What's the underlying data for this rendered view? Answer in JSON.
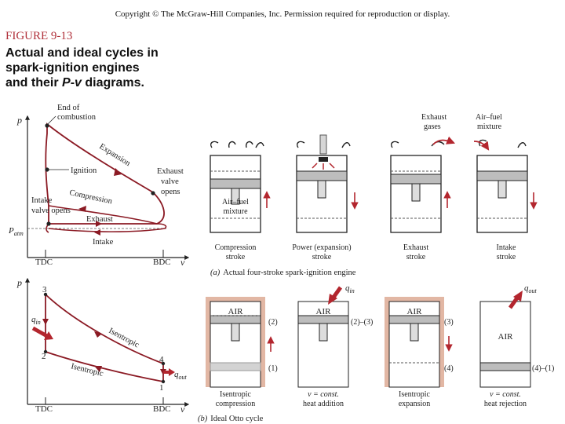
{
  "header": {
    "copyright": "Copyright © The McGraw-Hill Companies, Inc. Permission required for reproduction or display."
  },
  "figure": {
    "number": "FIGURE 9-13",
    "caption_line1": "Actual and ideal cycles in",
    "caption_line2": "spark-ignition engines",
    "caption_line3_prefix": "and their ",
    "caption_line3_p": "P",
    "caption_line3_dash": "-",
    "caption_line3_v": "v",
    "caption_line3_suffix": " diagrams."
  },
  "actual_pv": {
    "axis_p": "p",
    "axis_v": "v",
    "tdc": "TDC",
    "bdc": "BDC",
    "patm_p": "P",
    "patm_sub": "atm",
    "end_of_combustion_1": "End of",
    "end_of_combustion_2": "combustion",
    "expansion": "Expansion",
    "ignition": "Ignition",
    "exhaust_valve_1": "Exhaust",
    "exhaust_valve_2": "valve",
    "exhaust_valve_3": "opens",
    "intake_valve_1": "Intake",
    "intake_valve_2": "valve opens",
    "compression": "Compression",
    "exhaust": "Exhaust",
    "intake": "Intake"
  },
  "ideal_pv": {
    "axis_p": "p",
    "axis_v": "v",
    "tdc": "TDC",
    "bdc": "BDC",
    "state1": "1",
    "state2": "2",
    "state3": "3",
    "state4": "4",
    "q_in": "q",
    "q_in_sub": "in",
    "q_out": "q",
    "q_out_sub": "out",
    "isentropic_upper": "Isentropic",
    "isentropic_lower": "Isentropic"
  },
  "actual_engine": {
    "exhaust_gases_1": "Exhaust",
    "exhaust_gases_2": "gases",
    "air_fuel_mixture_top_1": "Air–fuel",
    "air_fuel_mixture_top_2": "mixture",
    "air_fuel_mixture_cyl_1": "Air–fuel",
    "air_fuel_mixture_cyl_2": "mixture",
    "compression_stroke_1": "Compression",
    "compression_stroke_2": "stroke",
    "power_stroke_1": "Power (expansion)",
    "power_stroke_2": "stroke",
    "exhaust_stroke_1": "Exhaust",
    "exhaust_stroke_2": "stroke",
    "intake_stroke_1": "Intake",
    "intake_stroke_2": "stroke",
    "part_a_label": "(a)",
    "part_a_text": "Actual four-stroke spark-ignition engine"
  },
  "ideal_engine": {
    "air1": "AIR",
    "air2": "AIR",
    "air3": "AIR",
    "air4": "AIR",
    "q_in": "q",
    "q_in_sub": "in",
    "q_out": "q",
    "q_out_sub": "out",
    "s2_a": "(2)",
    "s1_a": "(1)",
    "s23": "(2)–(3)",
    "s3": "(3)",
    "s4": "(4)",
    "s41": "(4)–(1)",
    "cap1_1": "Isentropic",
    "cap1_2": "compression",
    "cap2_1": "v = const.",
    "cap2_2": "heat addition",
    "cap3_1": "Isentropic",
    "cap3_2": "expansion",
    "cap4_1": "v = const.",
    "cap4_2": "heat rejection",
    "part_b_label": "(b)",
    "part_b_text": "Ideal Otto cycle"
  },
  "colors": {
    "curve": "#8b1a24",
    "heat_arrow": "#b3262e",
    "insulation": "#e2b7a4",
    "piston": "#bdbdbd",
    "title": "#b0303a"
  }
}
